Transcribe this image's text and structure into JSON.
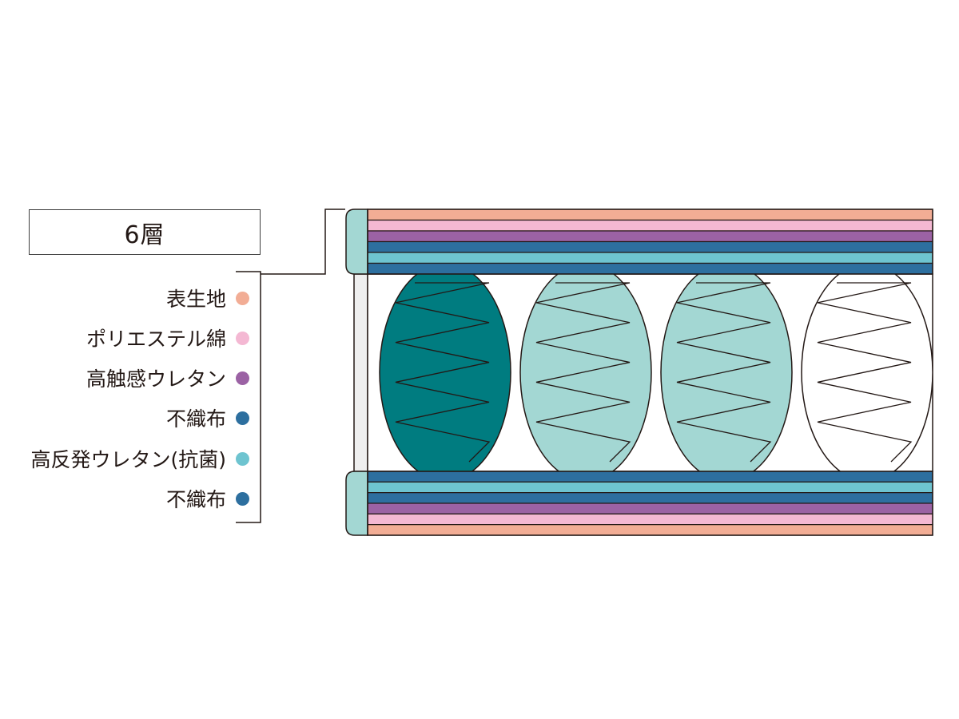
{
  "title": "6層",
  "layers": [
    {
      "label": "表生地",
      "color": "#f2ad95"
    },
    {
      "label": "ポリエステル綿",
      "color": "#f4b8d3"
    },
    {
      "label": "高触感ウレタン",
      "color": "#9b62a4"
    },
    {
      "label": "不織布",
      "color": "#2d6f9f"
    },
    {
      "label": "高反発ウレタン(抗菌)",
      "color": "#6ec4d0"
    },
    {
      "label": "不織布",
      "color": "#2d6f9f"
    }
  ],
  "springs": [
    {
      "fill": "#007c80"
    },
    {
      "fill": "#a3d7d3"
    },
    {
      "fill": "#a3d7d3"
    },
    {
      "fill": "#ffffff"
    }
  ],
  "colors": {
    "outline": "#231815",
    "edge_block": "#a3d7d3",
    "side_panel": "#efefef"
  }
}
